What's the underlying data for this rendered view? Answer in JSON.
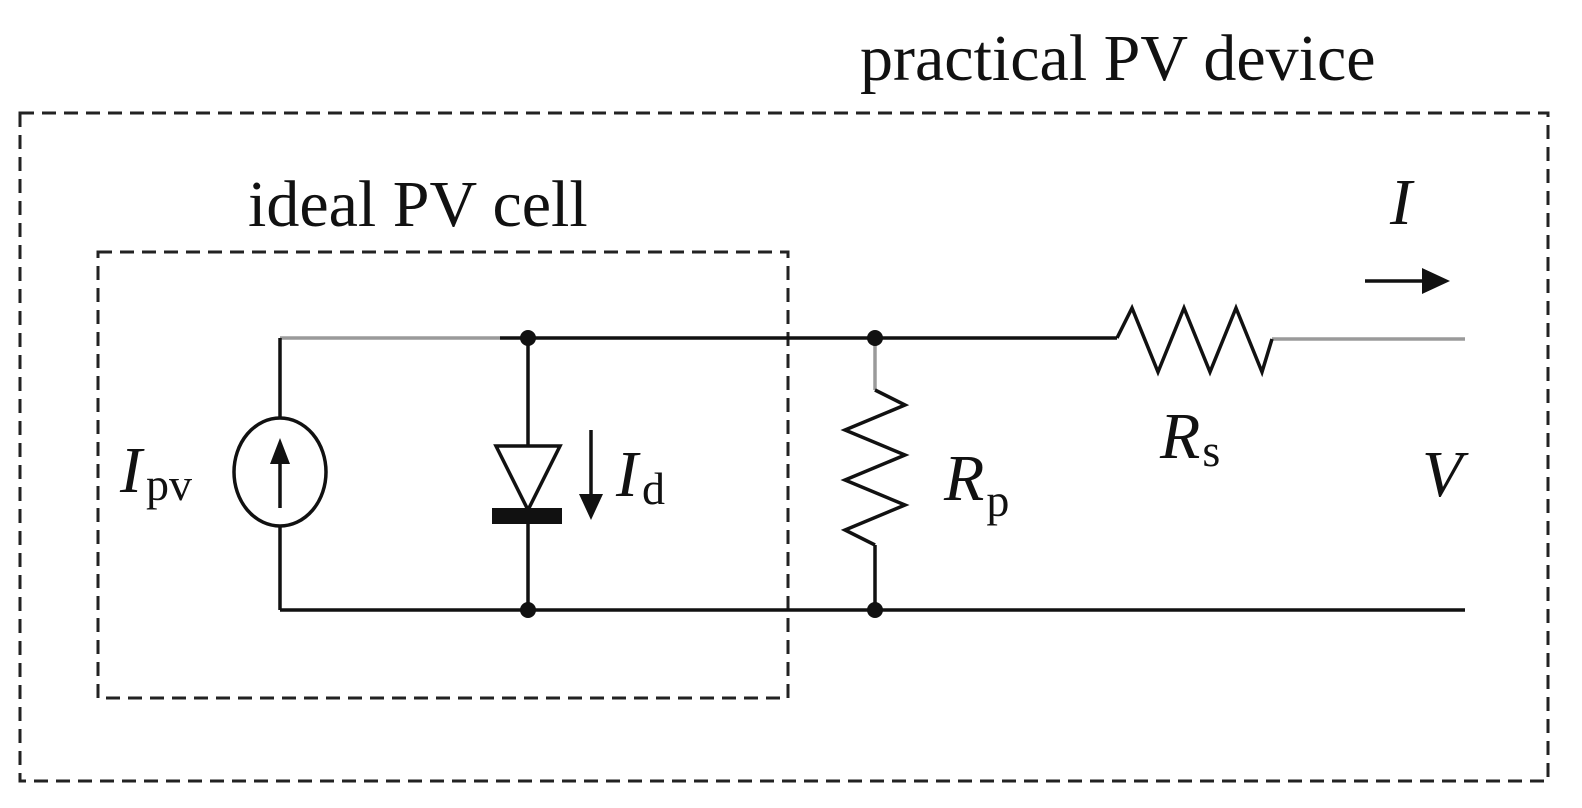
{
  "labels": {
    "outer_box": "practical PV device",
    "inner_box": "ideal PV cell",
    "current_source": {
      "main": "I",
      "sub": "pv"
    },
    "diode_current": {
      "main": "I",
      "sub": "d"
    },
    "parallel_resistor": {
      "main": "R",
      "sub": "p"
    },
    "series_resistor": {
      "main": "R",
      "sub": "s"
    },
    "output_current": "I",
    "output_voltage": "V"
  },
  "colors": {
    "line": "#111111",
    "lead_highlight": "#9a9a9a",
    "background": "#ffffff"
  }
}
